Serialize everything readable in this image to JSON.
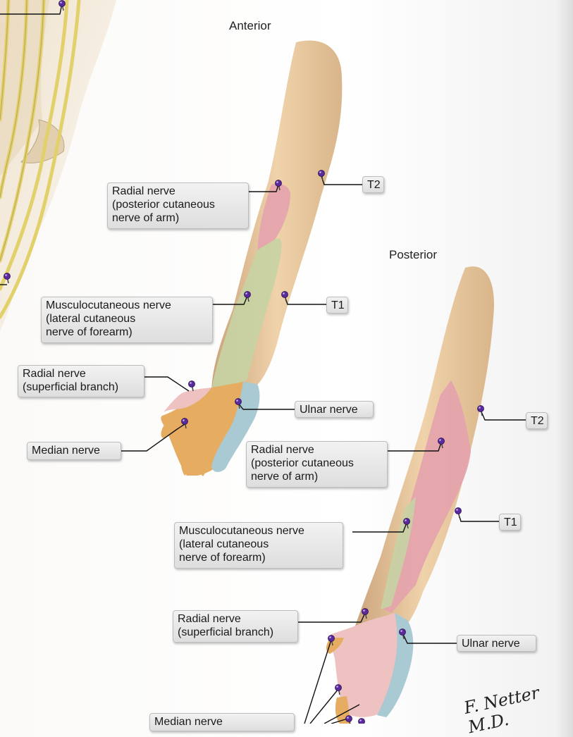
{
  "views": {
    "anterior": {
      "heading": "Anterior"
    },
    "posterior": {
      "heading": "Posterior"
    }
  },
  "labels": {
    "anterior_radial_posterior_cutaneous": "Radial nerve\n(posterior cutaneous\nnerve of arm)",
    "anterior_t2": "T2",
    "anterior_musculocutaneous": "Musculocutaneous nerve\n(lateral cutaneous\nnerve of forearm)",
    "anterior_t1": "T1",
    "anterior_radial_superficial": "Radial nerve\n(superficial branch)",
    "anterior_ulnar": "Ulnar nerve",
    "anterior_median": "Median nerve",
    "posterior_t2": "T2",
    "posterior_radial_posterior_cutaneous": "Radial nerve\n(posterior cutaneous\nnerve of arm)",
    "posterior_musculocutaneous": "Musculocutaneous nerve\n(lateral cutaneous\nnerve of forearm)",
    "posterior_t1": "T1",
    "posterior_radial_superficial": "Radial nerve\n(superficial branch)",
    "posterior_ulnar": "Ulnar nerve",
    "posterior_median": "Median nerve"
  },
  "signature": "F. Netter M.D.",
  "colors": {
    "skin": "#e9cba0",
    "skin_shadow": "#c9a27a",
    "radial_zone": "#e4a3ad",
    "musculocutaneous_zone": "#c6d3a3",
    "median_zone": "#e6ad62",
    "ulnar_zone": "#a9c9d3",
    "radial_hand_zone": "#efc2c2",
    "nerve": "#e2d16a",
    "pin": "#5b2a9c"
  },
  "icons": {
    "pin": "pushpin-icon",
    "nerve_branches": "nerve-branches-illustration"
  }
}
